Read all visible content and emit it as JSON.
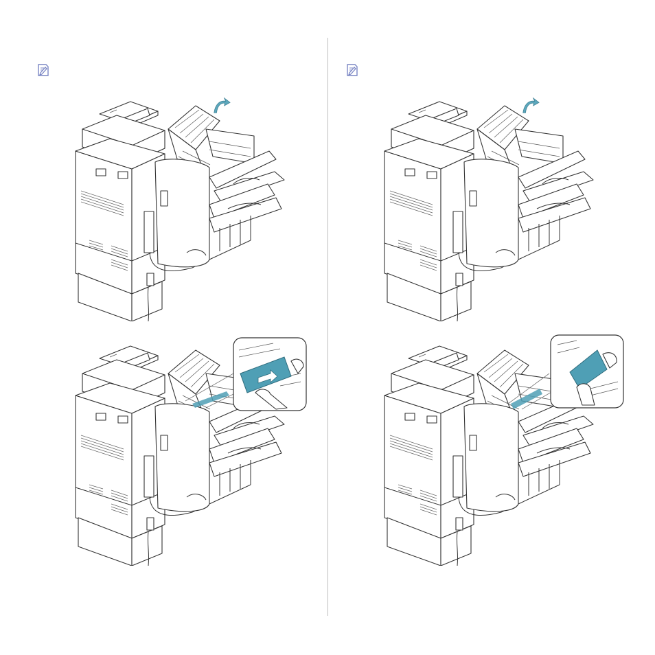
{
  "icons": {
    "note": "note-pencil-icon"
  },
  "colors": {
    "paper_jam_highlight": "#4f9fb5",
    "arrow": "#5da8bd",
    "line": "#333333",
    "divider": "#bcbcbc"
  },
  "steps": [
    {
      "id": "left-top",
      "column": "left",
      "action": "open-cover",
      "has_zoom": false
    },
    {
      "id": "right-top",
      "column": "right",
      "action": "open-cover",
      "has_zoom": false
    },
    {
      "id": "left-bottom",
      "column": "left",
      "action": "remove-paper",
      "has_zoom": true
    },
    {
      "id": "right-bottom",
      "column": "right",
      "action": "remove-paper",
      "has_zoom": true
    }
  ]
}
